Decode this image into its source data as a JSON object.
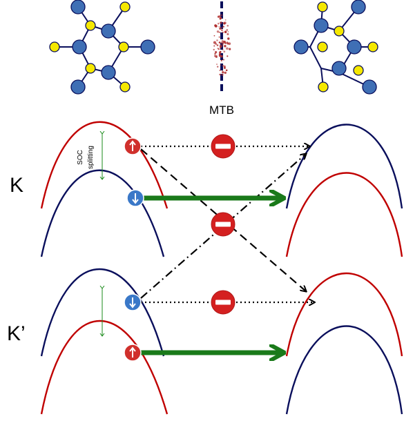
{
  "labels": {
    "mtb": "MTB",
    "valley_k": "K",
    "valley_k_prime": "K’",
    "soc_line1": "SOC",
    "soc_line2": "splitting"
  },
  "colors": {
    "spin_up_band": "#c00000",
    "spin_down_band": "#0a0f5c",
    "spin_up_ball": "#d0302c",
    "spin_down_ball": "#3a78c8",
    "allowed_arrow": "#1a7a1a",
    "soc_marker": "#1a8a1a",
    "forbidden_sign": "#d42020",
    "atom_large": "#3f6fb5",
    "atom_small": "#f5e800",
    "defect": "#b03030",
    "boundary_line": "#0a0f5c"
  },
  "icons": {
    "spin_up": "arrow-up-icon",
    "spin_down": "arrow-down-icon",
    "forbidden": "no-entry-icon"
  }
}
